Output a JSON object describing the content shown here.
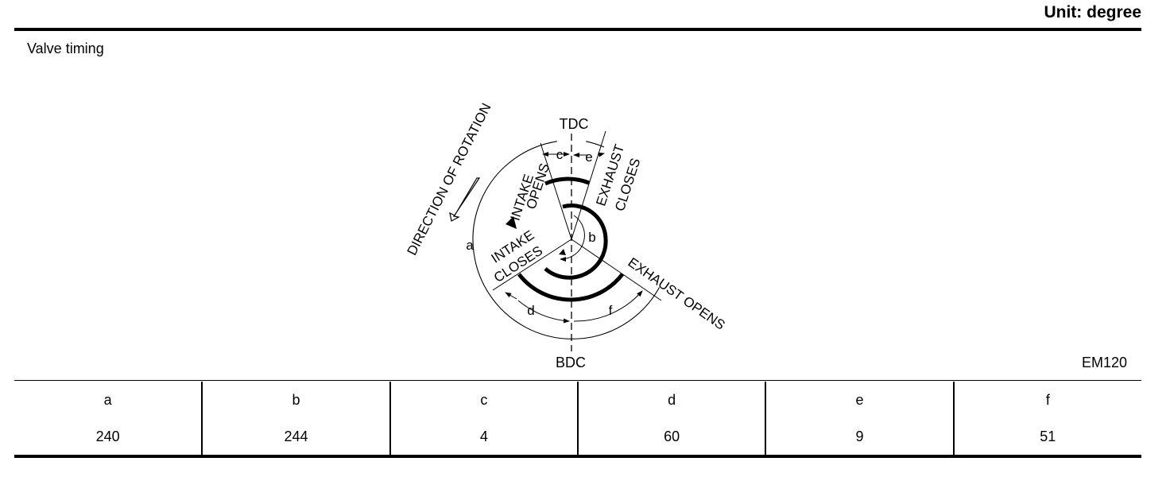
{
  "header": {
    "unit": "Unit: degree"
  },
  "section": {
    "title": "Valve timing"
  },
  "diagram": {
    "labels": {
      "tdc": "TDC",
      "bdc": "BDC",
      "direction": "DIRECTION OF ROTATION",
      "intake_opens_1": "INTAKE",
      "intake_opens_2": "OPENS",
      "exhaust_closes_1": "EXHAUST",
      "exhaust_closes_2": "CLOSES",
      "intake_closes_1": "INTAKE",
      "intake_closes_2": "CLOSES",
      "exhaust_opens": "EXHAUST OPENS",
      "a": "a",
      "b": "b",
      "c": "c",
      "d": "d",
      "e": "e",
      "f": "f"
    },
    "figure_code": "EM120"
  },
  "table": {
    "headers": [
      "a",
      "b",
      "c",
      "d",
      "e",
      "f"
    ],
    "values": [
      "240",
      "244",
      "4",
      "60",
      "9",
      "51"
    ]
  }
}
